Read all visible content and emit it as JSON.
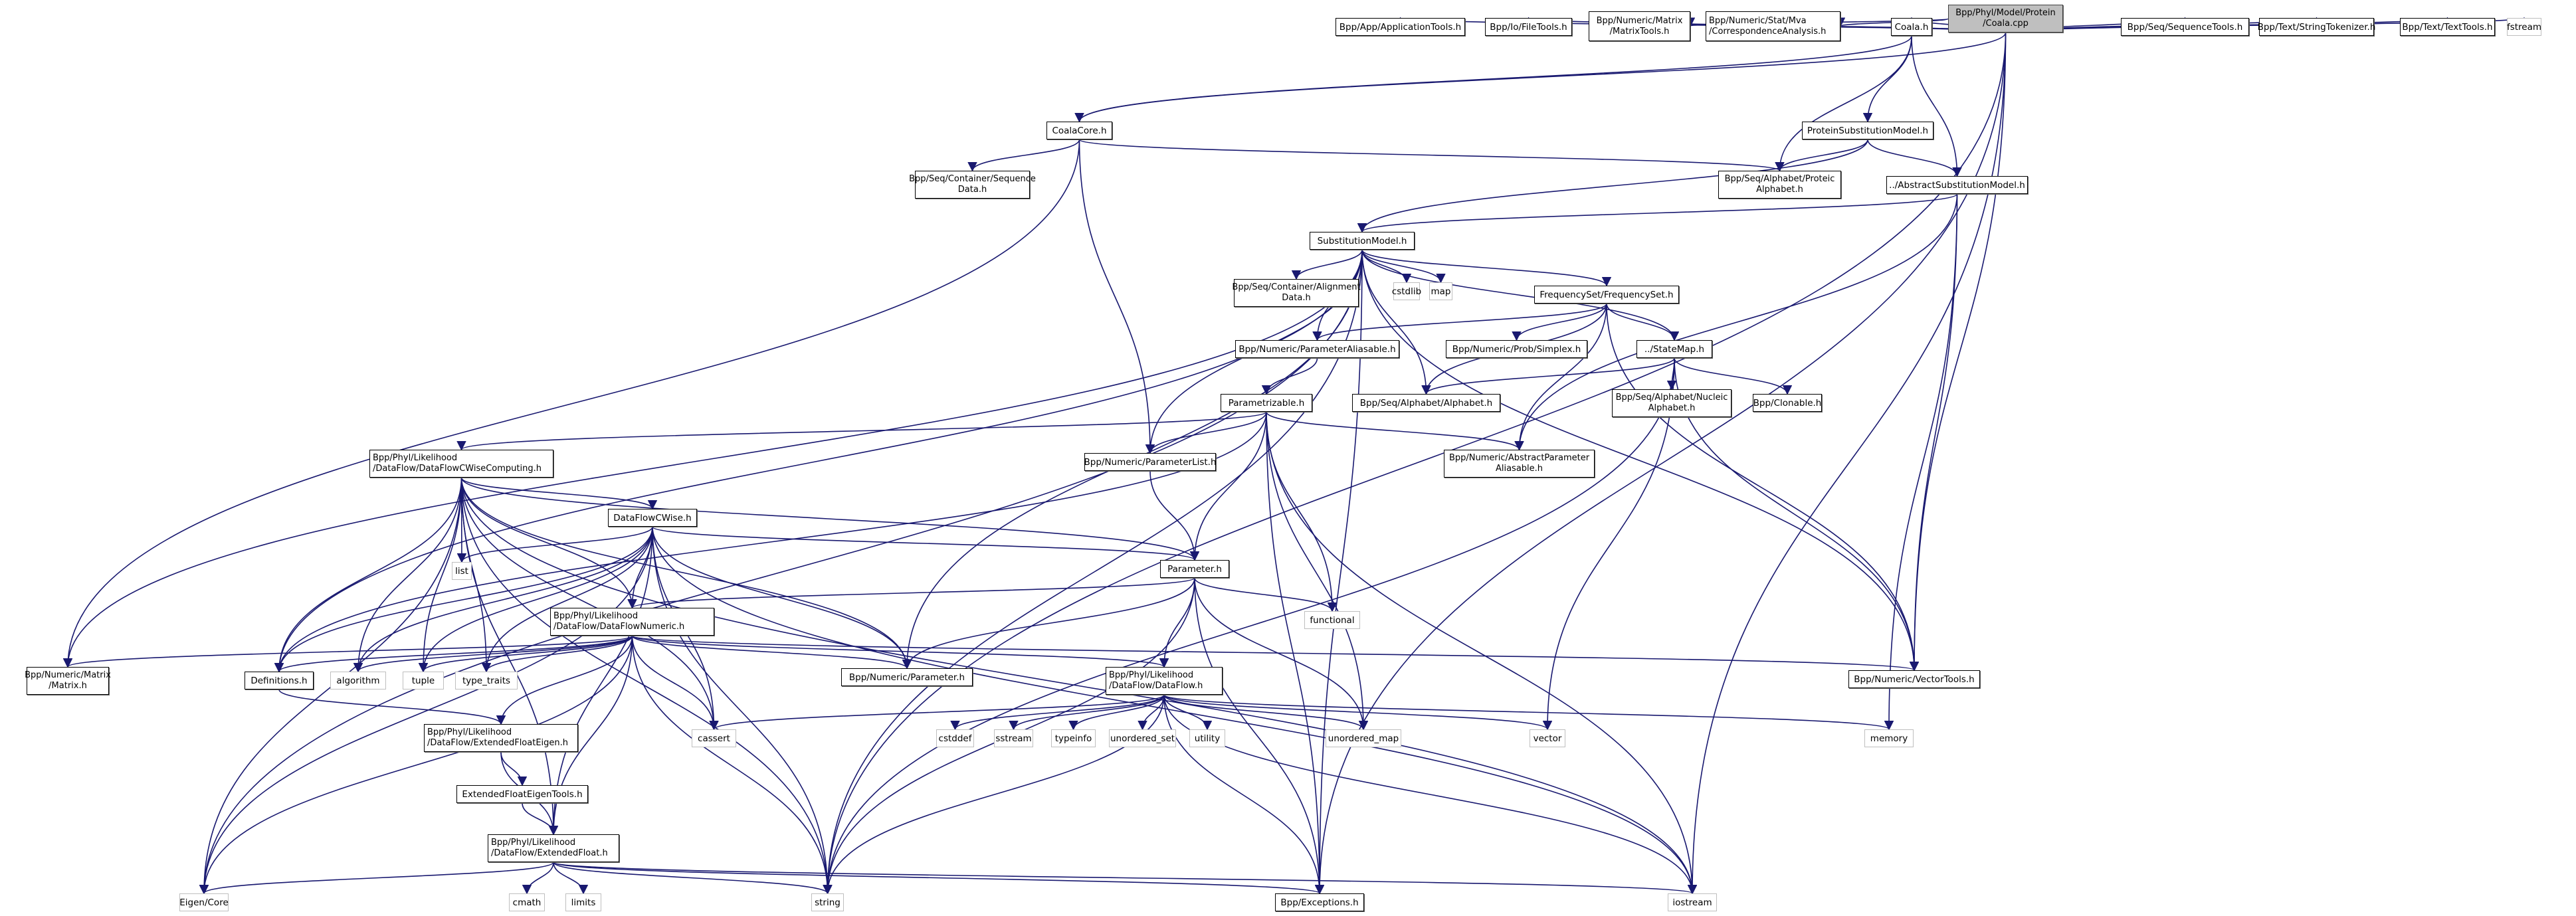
{
  "title": "Bpp/Phyl/Model/Protein/Coala.cpp include dependency graph",
  "colors": {
    "edge": "#191970",
    "root_fill": "#bfbfbf",
    "node_border": "#000000",
    "system_border": "#bfbfbf"
  },
  "nodes": [
    {
      "id": "coala_cpp",
      "label": "Bpp/Phyl/Model/Protein\n/Coala.cpp",
      "kind": "root"
    },
    {
      "id": "app_tools",
      "label": "Bpp/App/ApplicationTools.h",
      "kind": "header"
    },
    {
      "id": "file_tools",
      "label": "Bpp/Io/FileTools.h",
      "kind": "header"
    },
    {
      "id": "matrix_tools",
      "label": "Bpp/Numeric/Matrix\n/MatrixTools.h",
      "kind": "header"
    },
    {
      "id": "corresp",
      "label": "Bpp/Numeric/Stat/Mva\n/CorrespondenceAnalysis.h",
      "kind": "header"
    },
    {
      "id": "coala_h",
      "label": "Coala.h",
      "kind": "header"
    },
    {
      "id": "seq_tools",
      "label": "Bpp/Seq/SequenceTools.h",
      "kind": "header"
    },
    {
      "id": "string_tok",
      "label": "Bpp/Text/StringTokenizer.h",
      "kind": "header"
    },
    {
      "id": "text_tools",
      "label": "Bpp/Text/TextTools.h",
      "kind": "header"
    },
    {
      "id": "fstream",
      "label": "fstream",
      "kind": "system"
    },
    {
      "id": "coala_core",
      "label": "CoalaCore.h",
      "kind": "header"
    },
    {
      "id": "prot_sub",
      "label": "ProteinSubstitutionModel.h",
      "kind": "header"
    },
    {
      "id": "seq_data",
      "label": "Bpp/Seq/Container/Sequence\nData.h",
      "kind": "header"
    },
    {
      "id": "proteic",
      "label": "Bpp/Seq/Alphabet/Proteic\nAlphabet.h",
      "kind": "header"
    },
    {
      "id": "abs_sub",
      "label": "../AbstractSubstitutionModel.h",
      "kind": "header"
    },
    {
      "id": "sub_model",
      "label": "SubstitutionModel.h",
      "kind": "header"
    },
    {
      "id": "align_data",
      "label": "Bpp/Seq/Container/Alignment\nData.h",
      "kind": "header"
    },
    {
      "id": "cstdlib",
      "label": "cstdlib",
      "kind": "system"
    },
    {
      "id": "map",
      "label": "map",
      "kind": "system"
    },
    {
      "id": "freq_set",
      "label": "FrequencySet/FrequencySet.h",
      "kind": "header"
    },
    {
      "id": "param_alias",
      "label": "Bpp/Numeric/ParameterAliasable.h",
      "kind": "header"
    },
    {
      "id": "simplex",
      "label": "Bpp/Numeric/Prob/Simplex.h",
      "kind": "header"
    },
    {
      "id": "state_map",
      "label": "../StateMap.h",
      "kind": "header"
    },
    {
      "id": "parametrizable",
      "label": "Parametrizable.h",
      "kind": "header"
    },
    {
      "id": "alphabet",
      "label": "Bpp/Seq/Alphabet/Alphabet.h",
      "kind": "header"
    },
    {
      "id": "nucleic",
      "label": "Bpp/Seq/Alphabet/Nucleic\nAlphabet.h",
      "kind": "header"
    },
    {
      "id": "clonable",
      "label": "Bpp/Clonable.h",
      "kind": "header"
    },
    {
      "id": "df_cwise_comp",
      "label": "Bpp/Phyl/Likelihood\n/DataFlow/DataFlowCWiseComputing.h",
      "kind": "header"
    },
    {
      "id": "param_list",
      "label": "Bpp/Numeric/ParameterList.h",
      "kind": "header"
    },
    {
      "id": "abs_param_alias",
      "label": "Bpp/Numeric/AbstractParameter\nAliasable.h",
      "kind": "header"
    },
    {
      "id": "df_cwise",
      "label": "DataFlowCWise.h",
      "kind": "header"
    },
    {
      "id": "list",
      "label": "list",
      "kind": "system"
    },
    {
      "id": "parameter_h",
      "label": "Parameter.h",
      "kind": "header"
    },
    {
      "id": "functional",
      "label": "functional",
      "kind": "system"
    },
    {
      "id": "df_numeric",
      "label": "Bpp/Phyl/Likelihood\n/DataFlow/DataFlowNumeric.h",
      "kind": "header"
    },
    {
      "id": "matrix_h",
      "label": "Bpp/Numeric/Matrix\n/Matrix.h",
      "kind": "header"
    },
    {
      "id": "definitions",
      "label": "Definitions.h",
      "kind": "header"
    },
    {
      "id": "algorithm",
      "label": "algorithm",
      "kind": "system"
    },
    {
      "id": "tuple",
      "label": "tuple",
      "kind": "system"
    },
    {
      "id": "type_traits",
      "label": "type_traits",
      "kind": "system"
    },
    {
      "id": "num_param",
      "label": "Bpp/Numeric/Parameter.h",
      "kind": "header"
    },
    {
      "id": "dataflow",
      "label": "Bpp/Phyl/Likelihood\n/DataFlow/DataFlow.h",
      "kind": "header"
    },
    {
      "id": "vector_tools",
      "label": "Bpp/Numeric/VectorTools.h",
      "kind": "header"
    },
    {
      "id": "cassert",
      "label": "cassert",
      "kind": "system"
    },
    {
      "id": "cstddef",
      "label": "cstddef",
      "kind": "system"
    },
    {
      "id": "sstream",
      "label": "sstream",
      "kind": "system"
    },
    {
      "id": "typeinfo",
      "label": "typeinfo",
      "kind": "system"
    },
    {
      "id": "unordered_set",
      "label": "unordered_set",
      "kind": "system"
    },
    {
      "id": "utility",
      "label": "utility",
      "kind": "system"
    },
    {
      "id": "unordered_map",
      "label": "unordered_map",
      "kind": "system"
    },
    {
      "id": "vector",
      "label": "vector",
      "kind": "system"
    },
    {
      "id": "memory",
      "label": "memory",
      "kind": "system"
    },
    {
      "id": "ext_float_eigen",
      "label": "Bpp/Phyl/Likelihood\n/DataFlow/ExtendedFloatEigen.h",
      "kind": "header"
    },
    {
      "id": "ext_float_eigen_tools",
      "label": "ExtendedFloatEigenTools.h",
      "kind": "header"
    },
    {
      "id": "ext_float",
      "label": "Bpp/Phyl/Likelihood\n/DataFlow/ExtendedFloat.h",
      "kind": "header"
    },
    {
      "id": "eigen_core",
      "label": "Eigen/Core",
      "kind": "system"
    },
    {
      "id": "cmath",
      "label": "cmath",
      "kind": "system"
    },
    {
      "id": "limits",
      "label": "limits",
      "kind": "system"
    },
    {
      "id": "string",
      "label": "string",
      "kind": "system"
    },
    {
      "id": "exceptions",
      "label": "Bpp/Exceptions.h",
      "kind": "header"
    },
    {
      "id": "iostream",
      "label": "iostream",
      "kind": "system"
    }
  ],
  "edges": [
    [
      "coala_cpp",
      "app_tools"
    ],
    [
      "coala_cpp",
      "file_tools"
    ],
    [
      "coala_cpp",
      "matrix_tools"
    ],
    [
      "coala_cpp",
      "corresp"
    ],
    [
      "coala_cpp",
      "coala_h"
    ],
    [
      "coala_cpp",
      "seq_tools"
    ],
    [
      "coala_cpp",
      "string_tok"
    ],
    [
      "coala_cpp",
      "text_tools"
    ],
    [
      "coala_cpp",
      "fstream"
    ],
    [
      "coala_cpp",
      "coala_core"
    ],
    [
      "coala_cpp",
      "vector_tools"
    ],
    [
      "coala_cpp",
      "iostream"
    ],
    [
      "coala_cpp",
      "string"
    ],
    [
      "coala_cpp",
      "exceptions"
    ],
    [
      "coala_h",
      "coala_core"
    ],
    [
      "coala_h",
      "prot_sub"
    ],
    [
      "coala_h",
      "proteic"
    ],
    [
      "coala_h",
      "abs_sub"
    ],
    [
      "coala_core",
      "seq_data"
    ],
    [
      "coala_core",
      "proteic"
    ],
    [
      "coala_core",
      "param_list"
    ],
    [
      "coala_core",
      "matrix_h"
    ],
    [
      "prot_sub",
      "proteic"
    ],
    [
      "prot_sub",
      "abs_sub"
    ],
    [
      "prot_sub",
      "sub_model"
    ],
    [
      "abs_sub",
      "sub_model"
    ],
    [
      "abs_sub",
      "abs_param_alias"
    ],
    [
      "abs_sub",
      "vector_tools"
    ],
    [
      "abs_sub",
      "memory"
    ],
    [
      "sub_model",
      "align_data"
    ],
    [
      "sub_model",
      "cstdlib"
    ],
    [
      "sub_model",
      "map"
    ],
    [
      "sub_model",
      "freq_set"
    ],
    [
      "sub_model",
      "param_alias"
    ],
    [
      "sub_model",
      "state_map"
    ],
    [
      "sub_model",
      "alphabet"
    ],
    [
      "sub_model",
      "param_list"
    ],
    [
      "sub_model",
      "num_param"
    ],
    [
      "sub_model",
      "definitions"
    ],
    [
      "sub_model",
      "matrix_h"
    ],
    [
      "sub_model",
      "vector_tools"
    ],
    [
      "sub_model",
      "eigen_core"
    ],
    [
      "sub_model",
      "string"
    ],
    [
      "sub_model",
      "exceptions"
    ],
    [
      "freq_set",
      "param_alias"
    ],
    [
      "freq_set",
      "simplex"
    ],
    [
      "freq_set",
      "state_map"
    ],
    [
      "freq_set",
      "alphabet"
    ],
    [
      "freq_set",
      "abs_param_alias"
    ],
    [
      "freq_set",
      "vector_tools"
    ],
    [
      "param_alias",
      "parametrizable"
    ],
    [
      "state_map",
      "alphabet"
    ],
    [
      "state_map",
      "nucleic"
    ],
    [
      "state_map",
      "clonable"
    ],
    [
      "state_map",
      "vector_tools"
    ],
    [
      "state_map",
      "vector"
    ],
    [
      "state_map",
      "string"
    ],
    [
      "parametrizable",
      "df_cwise_comp"
    ],
    [
      "parametrizable",
      "param_list"
    ],
    [
      "parametrizable",
      "abs_param_alias"
    ],
    [
      "parametrizable",
      "parameter_h"
    ],
    [
      "parametrizable",
      "functional"
    ],
    [
      "parametrizable",
      "unordered_map"
    ],
    [
      "parametrizable",
      "definitions"
    ],
    [
      "parametrizable",
      "iostream"
    ],
    [
      "parametrizable",
      "exceptions"
    ],
    [
      "df_cwise_comp",
      "df_cwise"
    ],
    [
      "df_cwise_comp",
      "list"
    ],
    [
      "df_cwise_comp",
      "parameter_h"
    ],
    [
      "df_cwise_comp",
      "df_numeric"
    ],
    [
      "df_cwise_comp",
      "definitions"
    ],
    [
      "df_cwise_comp",
      "algorithm"
    ],
    [
      "df_cwise_comp",
      "tuple"
    ],
    [
      "df_cwise_comp",
      "type_traits"
    ],
    [
      "df_cwise_comp",
      "num_param"
    ],
    [
      "df_cwise_comp",
      "cassert"
    ],
    [
      "df_cwise_comp",
      "string"
    ],
    [
      "df_cwise_comp",
      "eigen_core"
    ],
    [
      "df_cwise_comp",
      "ext_float"
    ],
    [
      "df_cwise_comp",
      "iostream"
    ],
    [
      "param_list",
      "parameter_h"
    ],
    [
      "df_cwise",
      "list"
    ],
    [
      "df_cwise",
      "parameter_h"
    ],
    [
      "df_cwise",
      "df_numeric"
    ],
    [
      "df_cwise",
      "definitions"
    ],
    [
      "df_cwise",
      "algorithm"
    ],
    [
      "df_cwise",
      "tuple"
    ],
    [
      "df_cwise",
      "type_traits"
    ],
    [
      "df_cwise",
      "num_param"
    ],
    [
      "df_cwise",
      "cassert"
    ],
    [
      "df_cwise",
      "string"
    ],
    [
      "df_cwise",
      "eigen_core"
    ],
    [
      "df_cwise",
      "ext_float"
    ],
    [
      "df_cwise",
      "iostream"
    ],
    [
      "parameter_h",
      "df_numeric"
    ],
    [
      "parameter_h",
      "functional"
    ],
    [
      "parameter_h",
      "num_param"
    ],
    [
      "parameter_h",
      "dataflow"
    ],
    [
      "parameter_h",
      "unordered_map"
    ],
    [
      "parameter_h",
      "exceptions"
    ],
    [
      "parameter_h",
      "string"
    ],
    [
      "df_numeric",
      "matrix_h"
    ],
    [
      "df_numeric",
      "definitions"
    ],
    [
      "df_numeric",
      "algorithm"
    ],
    [
      "df_numeric",
      "tuple"
    ],
    [
      "df_numeric",
      "type_traits"
    ],
    [
      "df_numeric",
      "num_param"
    ],
    [
      "df_numeric",
      "dataflow"
    ],
    [
      "df_numeric",
      "vector_tools"
    ],
    [
      "df_numeric",
      "cassert"
    ],
    [
      "df_numeric",
      "ext_float_eigen"
    ],
    [
      "df_numeric",
      "ext_float"
    ],
    [
      "df_numeric",
      "eigen_core"
    ],
    [
      "df_numeric",
      "string"
    ],
    [
      "definitions",
      "ext_float_eigen"
    ],
    [
      "dataflow",
      "cassert"
    ],
    [
      "dataflow",
      "cstddef"
    ],
    [
      "dataflow",
      "sstream"
    ],
    [
      "dataflow",
      "typeinfo"
    ],
    [
      "dataflow",
      "unordered_set"
    ],
    [
      "dataflow",
      "utility"
    ],
    [
      "dataflow",
      "unordered_map"
    ],
    [
      "dataflow",
      "vector"
    ],
    [
      "dataflow",
      "memory"
    ],
    [
      "dataflow",
      "string"
    ],
    [
      "dataflow",
      "exceptions"
    ],
    [
      "dataflow",
      "iostream"
    ],
    [
      "ext_float_eigen",
      "ext_float_eigen_tools"
    ],
    [
      "ext_float_eigen",
      "ext_float"
    ],
    [
      "ext_float_eigen_tools",
      "ext_float"
    ],
    [
      "ext_float",
      "eigen_core"
    ],
    [
      "ext_float",
      "cmath"
    ],
    [
      "ext_float",
      "limits"
    ],
    [
      "ext_float",
      "string"
    ],
    [
      "ext_float",
      "exceptions"
    ],
    [
      "ext_float",
      "iostream"
    ]
  ]
}
